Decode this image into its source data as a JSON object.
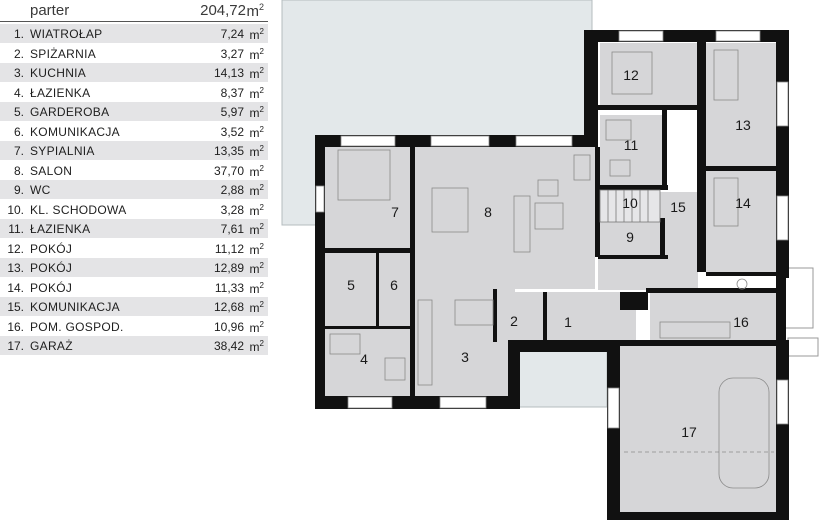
{
  "legend": {
    "title": "parter",
    "total_area": "204,72",
    "unit": "m",
    "unit_exp": "2",
    "rooms": [
      {
        "num": "1.",
        "name": "WIATROŁAP",
        "area": "7,24"
      },
      {
        "num": "2.",
        "name": "SPIŻARNIA",
        "area": "3,27"
      },
      {
        "num": "3.",
        "name": "KUCHNIA",
        "area": "14,13"
      },
      {
        "num": "4.",
        "name": "ŁAZIENKA",
        "area": "8,37"
      },
      {
        "num": "5.",
        "name": "GARDEROBA",
        "area": "5,97"
      },
      {
        "num": "6.",
        "name": "KOMUNIKACJA",
        "area": "3,52"
      },
      {
        "num": "7.",
        "name": "SYPIALNIA",
        "area": "13,35"
      },
      {
        "num": "8.",
        "name": "SALON",
        "area": "37,70"
      },
      {
        "num": "9.",
        "name": "WC",
        "area": "2,88"
      },
      {
        "num": "10.",
        "name": "KL. SCHODOWA",
        "area": "3,28"
      },
      {
        "num": "11.",
        "name": "ŁAZIENKA",
        "area": "7,61"
      },
      {
        "num": "12.",
        "name": "POKÓJ",
        "area": "11,12"
      },
      {
        "num": "13.",
        "name": "POKÓJ",
        "area": "12,89"
      },
      {
        "num": "14.",
        "name": "POKÓJ",
        "area": "11,33"
      },
      {
        "num": "15.",
        "name": "KOMUNIKACJA",
        "area": "12,68"
      },
      {
        "num": "16.",
        "name": "POM. GOSPOD.",
        "area": "10,96"
      },
      {
        "num": "17.",
        "name": "GARAŻ",
        "area": "38,42"
      }
    ]
  },
  "plan": {
    "room_numbers": [
      "1",
      "2",
      "3",
      "4",
      "5",
      "6",
      "7",
      "8",
      "9",
      "10",
      "11",
      "12",
      "13",
      "14",
      "15",
      "16",
      "17"
    ]
  },
  "colors": {
    "wall": "#111111",
    "room_fill": "#d6d6d8",
    "terrace": "#e3e8ea",
    "shade_row": "#e4e4e6"
  }
}
